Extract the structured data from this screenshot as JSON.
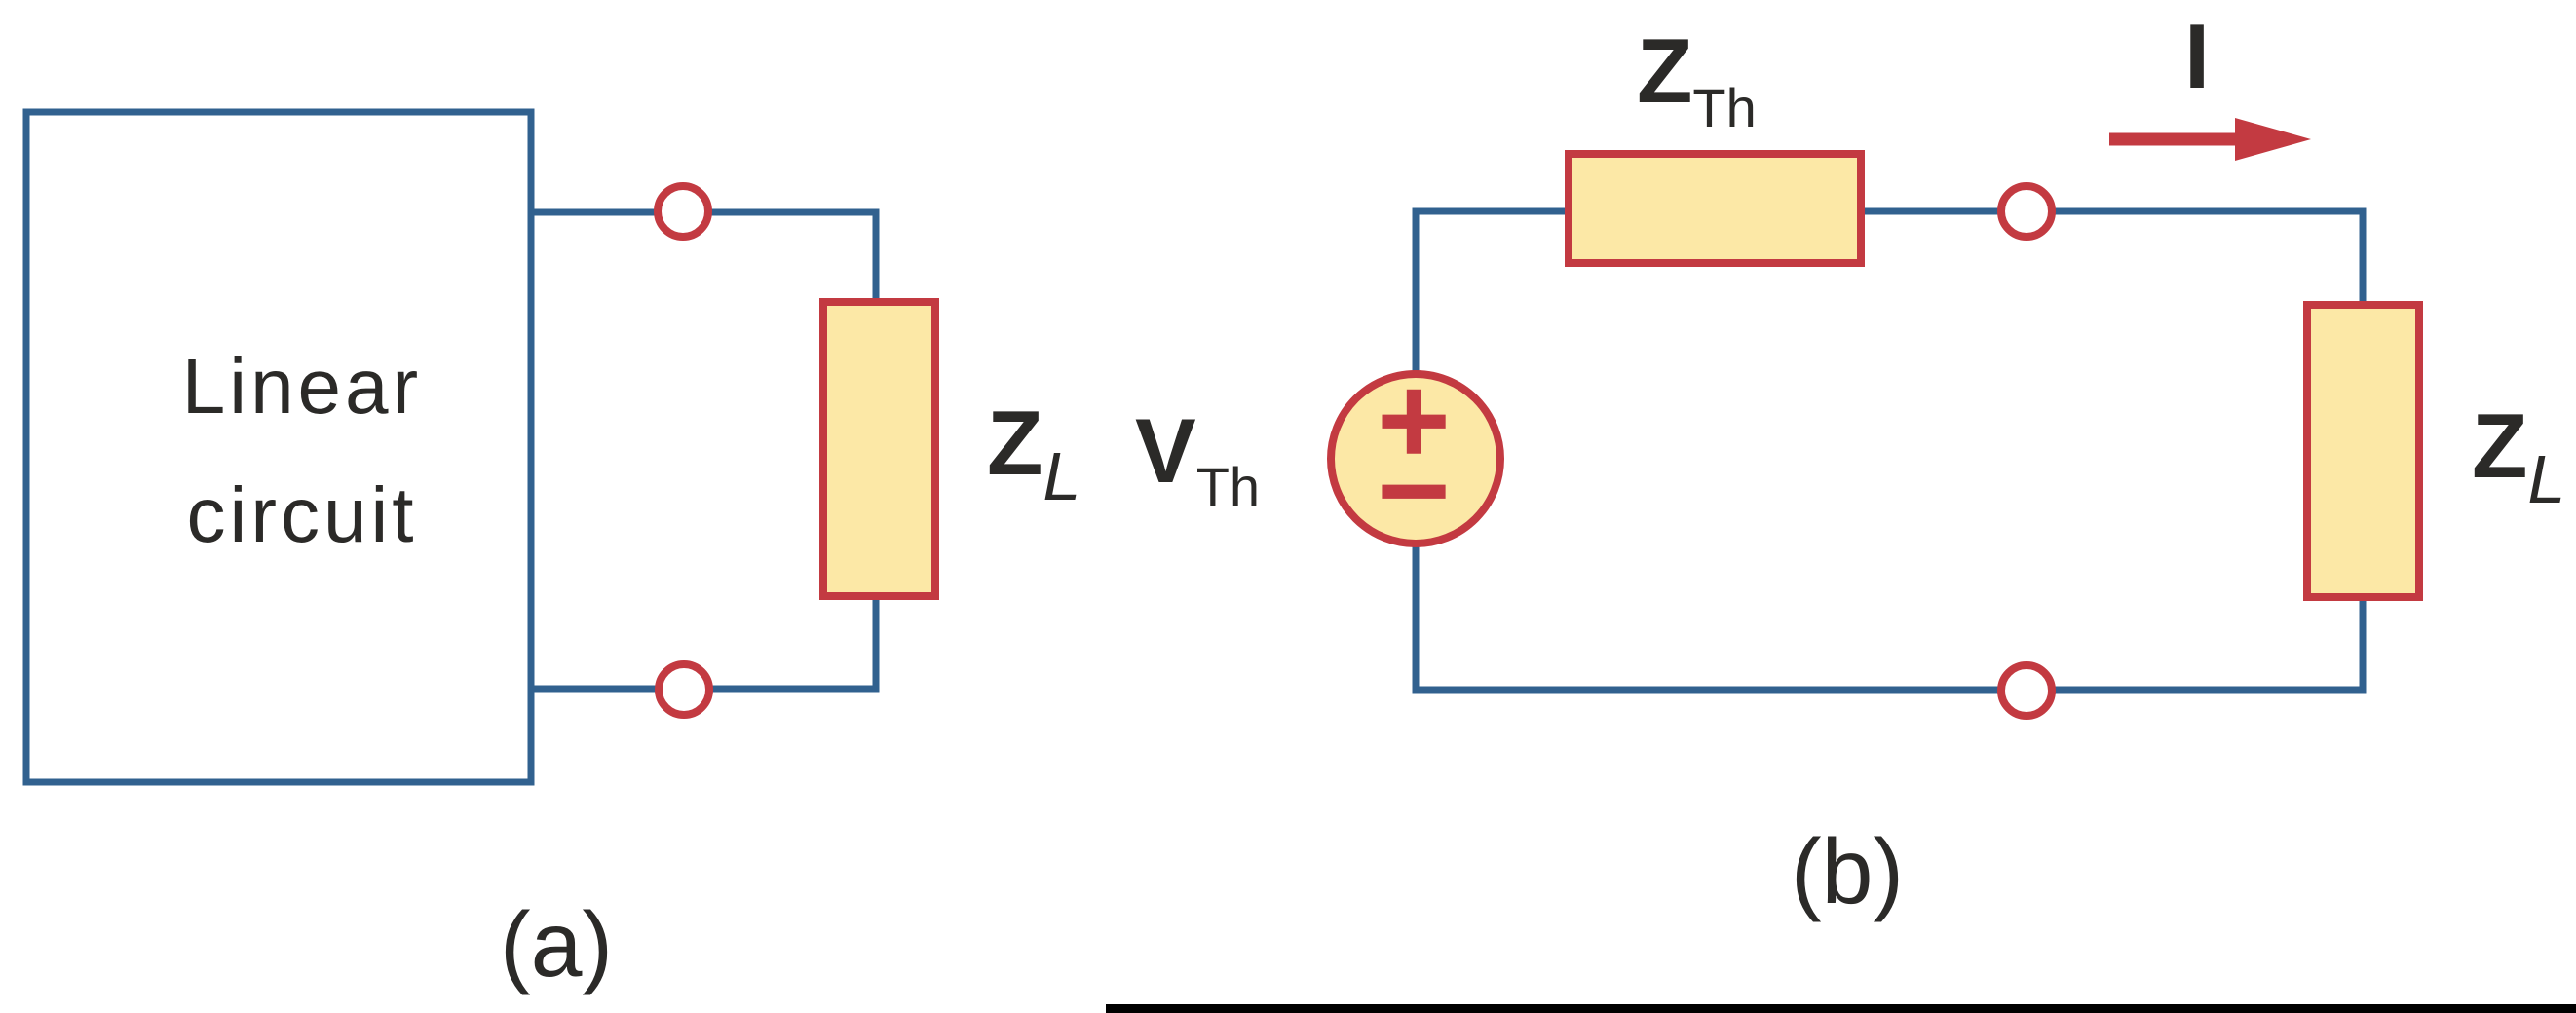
{
  "colors": {
    "wire_blue": "#31618f",
    "component_red": "#c33a41",
    "component_fill": "#fce8a6",
    "label_dark": "#2b2a28",
    "divider_black": "#000000"
  },
  "panel_a": {
    "caption": "(a)",
    "box_line1": "Linear",
    "box_line2": "circuit",
    "load_label": {
      "main": "Z",
      "sub": "L"
    }
  },
  "panel_b": {
    "caption": "(b)",
    "voltage_label": {
      "main": "V",
      "sub": "Th"
    },
    "impedance_label": {
      "main": "Z",
      "sub": "Th"
    },
    "current_label": "I",
    "plus": "+",
    "minus": "−",
    "load_label": {
      "main": "Z",
      "sub": "L"
    }
  }
}
